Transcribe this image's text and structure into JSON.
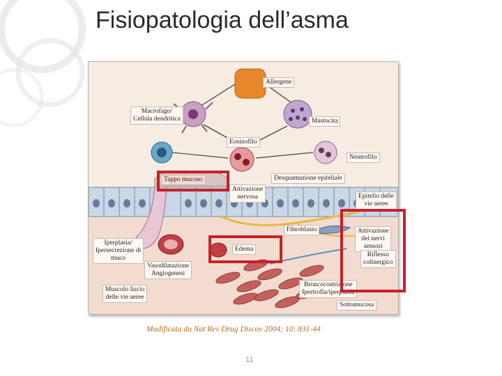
{
  "slide": {
    "title": "Fisiopatologia dell’asma",
    "caption": "Modificata da Nat Rev Drug Discov 2004; 10: 831-44",
    "page_number": "11"
  },
  "diagram": {
    "labels": {
      "allergene": "Allergene",
      "macrofago": "Macrofago/\nCellula dendritica",
      "mastocita": "Mastocita",
      "eosinofilo": "Eosinofilo",
      "neutrofilo": "Neutrofilo",
      "tappo_mucoso": "Tappo mucoso",
      "desquamazione": "Desquamazione epiteliale",
      "attivazione_nervosa": "Attivazione\nnervosa",
      "epitelio": "Epitelio delle\nvie aeree",
      "fibroblasto": "Fibroblasto",
      "attivazione_nervi": "Attivazione\ndei nervi\nsensori",
      "riflesso": "Riflesso\ncolinergico",
      "iperplasia": "Iperplasia/\nIpersecrezione di\nmuco",
      "edema": "Edema",
      "vasodilatazione": "Vasodilatazione\nAngiogenesi",
      "muscolo": "Muscolo liscio\ndelle vie aeree",
      "broncocostrizione": "Broncocostrizione\nIpertrofia/iperplasia",
      "sottomucosa": "Sottomucosa"
    }
  },
  "colors": {
    "highlight": "#c8202a",
    "caption": "#b06a18",
    "figure_bg": "#f4e6d8"
  }
}
